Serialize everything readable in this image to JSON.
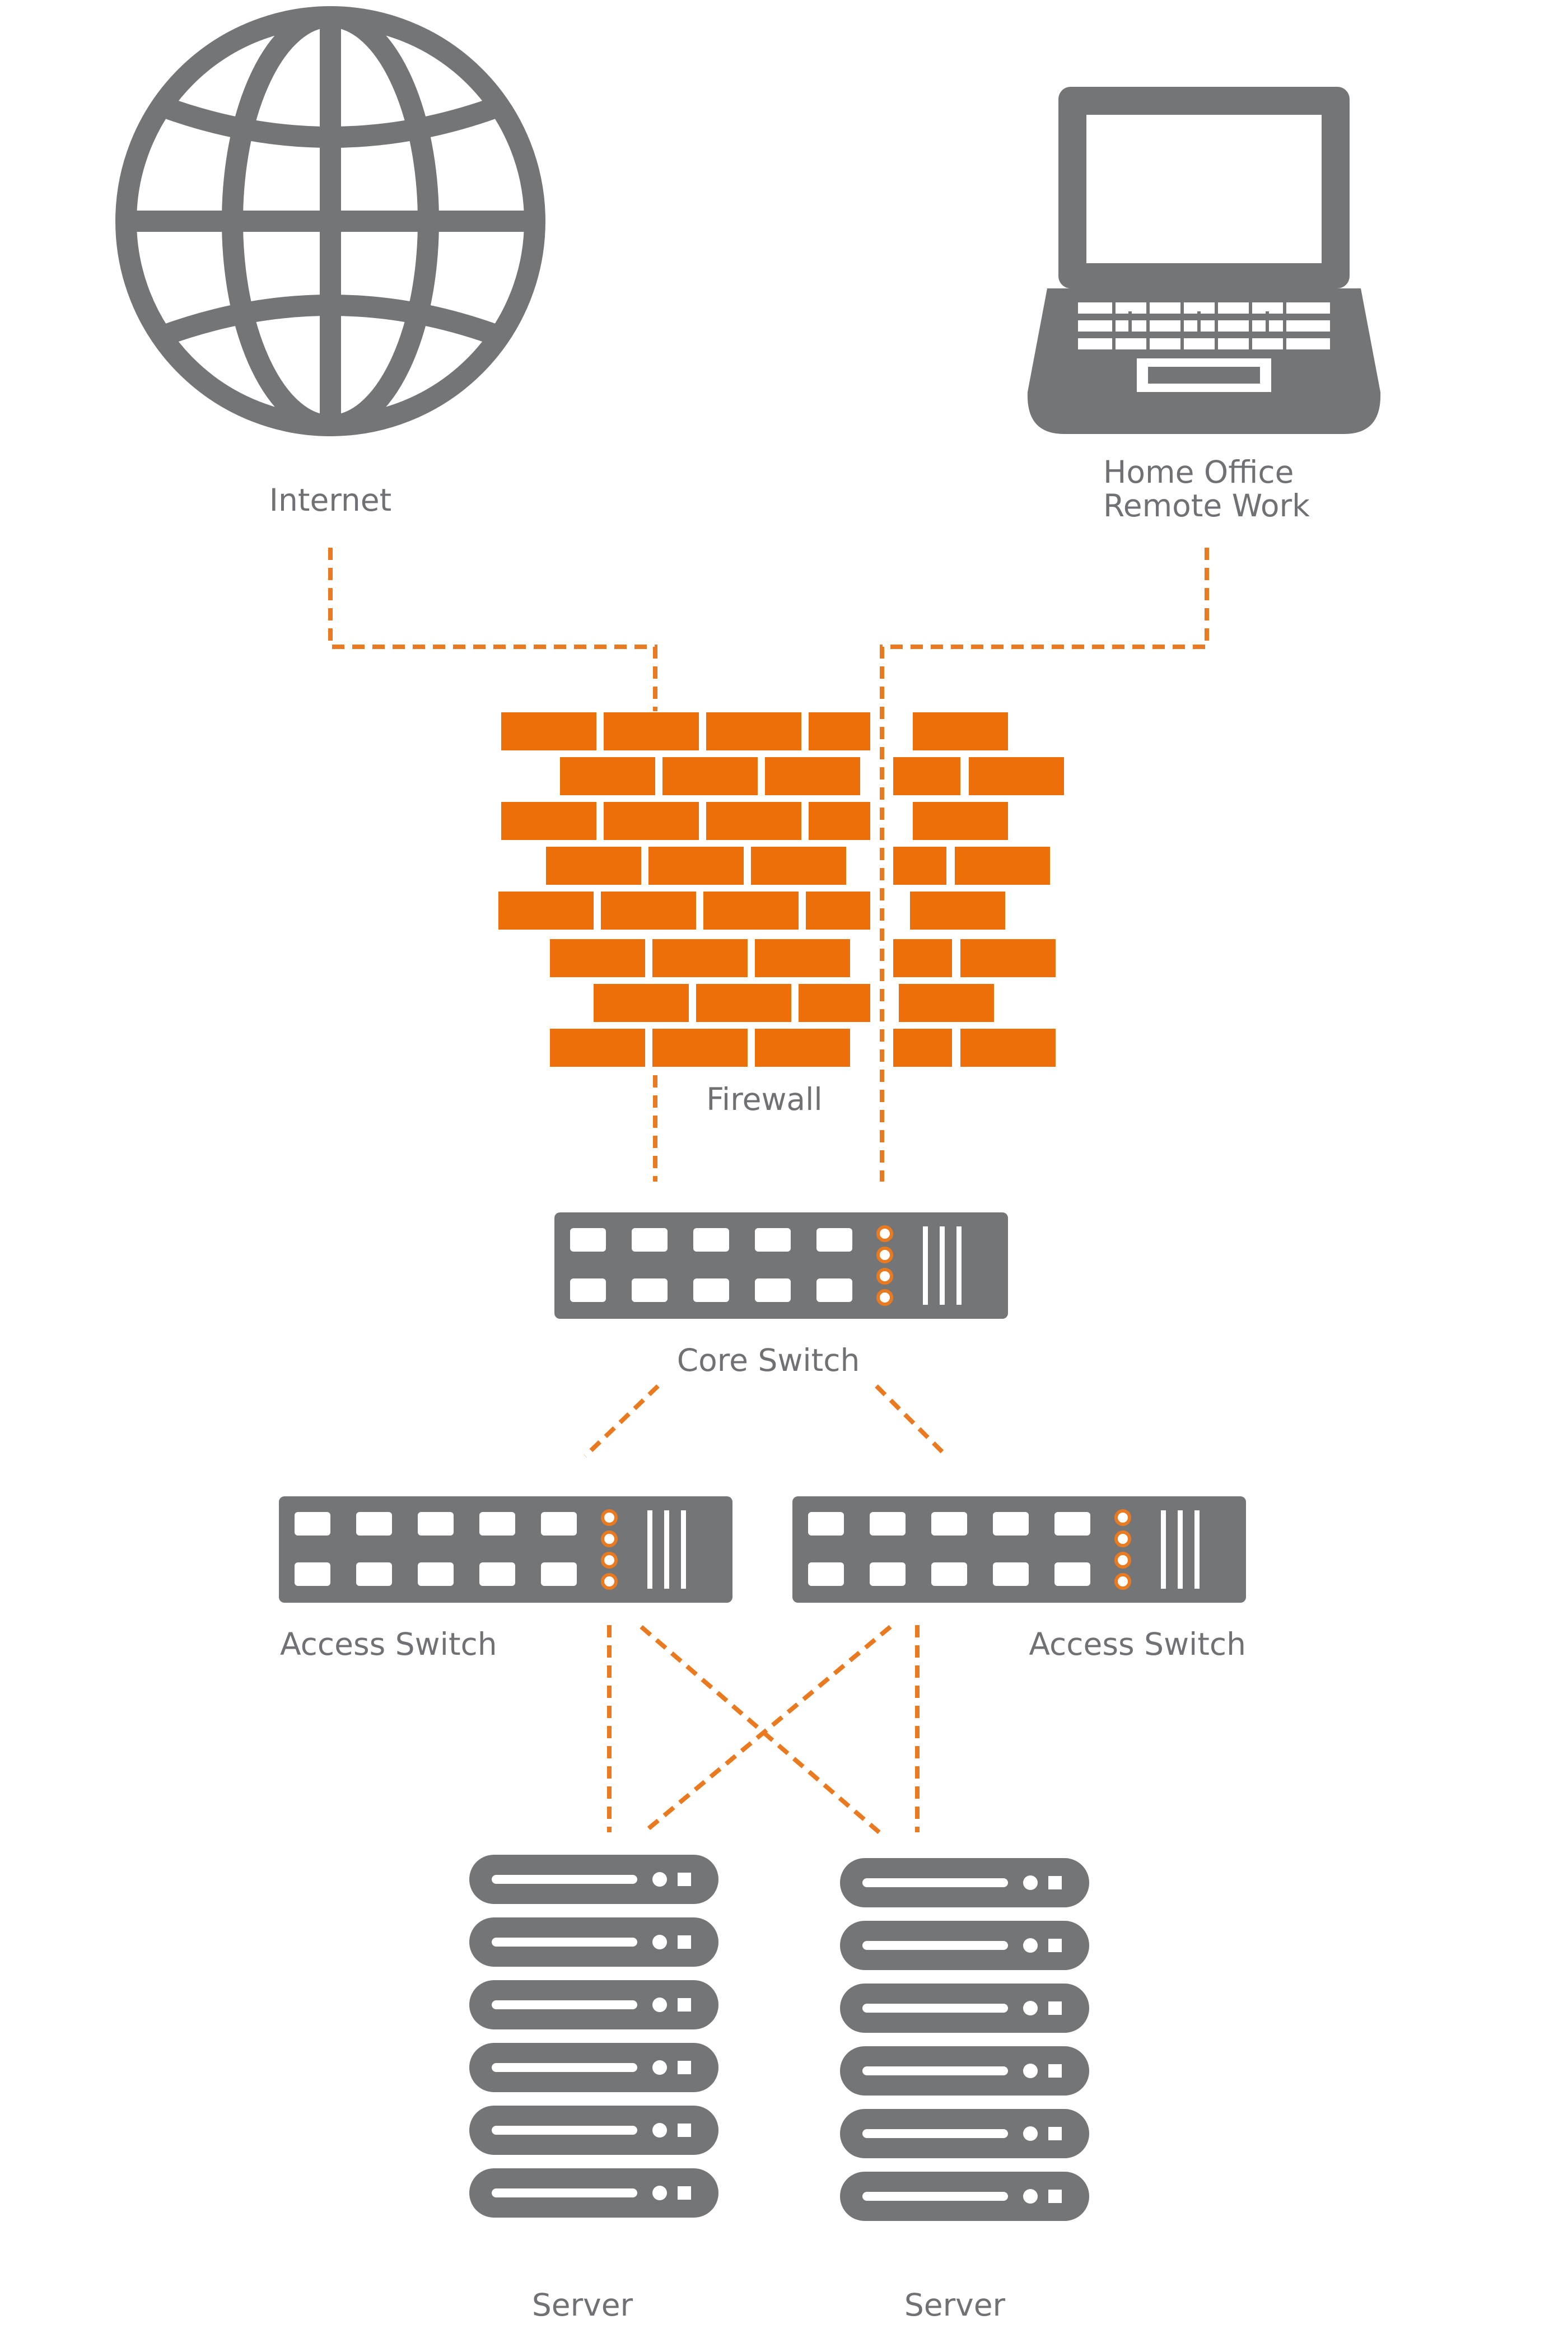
{
  "nodes": {
    "internet": {
      "label": "Internet",
      "icon": "globe-icon"
    },
    "home_office": {
      "line1": "Home Office",
      "line2": "Remote Work",
      "icon": "laptop-icon"
    },
    "firewall": {
      "label": "Firewall",
      "icon": "brick-wall-icon"
    },
    "core_switch": {
      "label": "Core Switch",
      "icon": "switch-icon"
    },
    "access_switch_left": {
      "label": "Access Switch",
      "icon": "switch-icon"
    },
    "access_switch_right": {
      "label": "Access Switch",
      "icon": "switch-icon"
    },
    "server_left": {
      "label": "Server",
      "icon": "server-rack-icon"
    },
    "server_right": {
      "label": "Server",
      "icon": "server-rack-icon"
    }
  },
  "edges": [
    {
      "from": "Internet",
      "to": "Firewall"
    },
    {
      "from": "Home Office Remote Work",
      "to": "Firewall"
    },
    {
      "from": "Firewall",
      "to": "Core Switch"
    },
    {
      "from": "Core Switch",
      "to": "Access Switch (left)"
    },
    {
      "from": "Core Switch",
      "to": "Access Switch (right)"
    },
    {
      "from": "Access Switch (left)",
      "to": "Server (left)"
    },
    {
      "from": "Access Switch (left)",
      "to": "Server (right)"
    },
    {
      "from": "Access Switch (right)",
      "to": "Server (left)"
    },
    {
      "from": "Access Switch (right)",
      "to": "Server (right)"
    }
  ],
  "colors": {
    "icon_gray": "#737577",
    "brick_orange": "#ec6f0a",
    "connector_orange": "#ea7a1f",
    "label_gray": "#6f7174"
  }
}
